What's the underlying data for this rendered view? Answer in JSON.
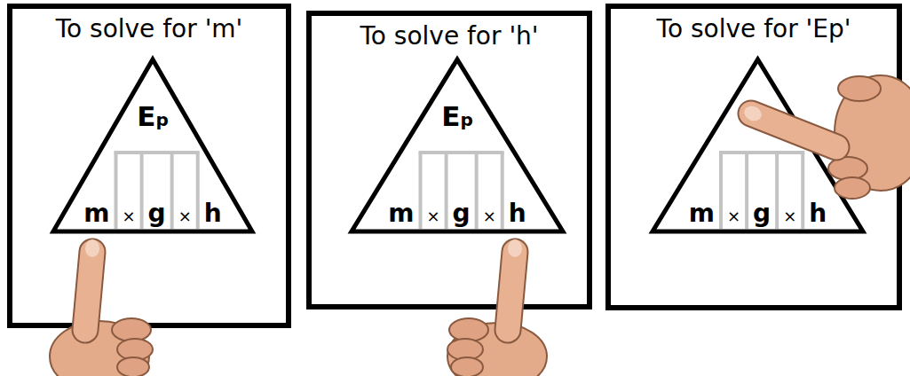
{
  "diagram": {
    "nodes": [
      {
        "text": [
          "To solve for 'm'"
        ]
      },
      {
        "text": [
          "Ep",
          "m",
          "×",
          "g",
          "×",
          "h"
        ],
        "in": 0
      },
      {
        "text": [
          "To solve for 'h'"
        ]
      },
      {
        "text": [
          "Ep",
          "m",
          "×",
          "g",
          "×",
          "h"
        ],
        "in": 2
      },
      {
        "text": [
          "To solve for 'Ep'"
        ]
      },
      {
        "text": [
          "m",
          "×",
          "g",
          "×",
          "h"
        ],
        "in": 4
      }
    ]
  }
}
